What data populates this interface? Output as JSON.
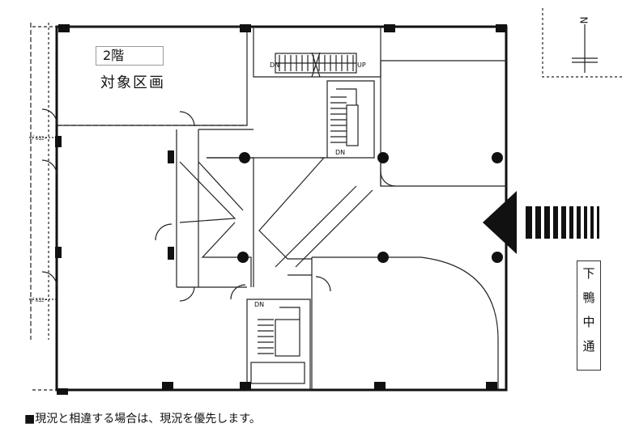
{
  "floor_label": "2階",
  "area_label": "対象区画",
  "stair_labels": {
    "dn_top": "DN",
    "up_top": "UP",
    "dn_mid": "DN",
    "dn_bottom": "DN"
  },
  "balcony_labels": [
    "ﾊﾞﾙｺﾆｰ",
    "ﾊﾞﾙｺﾆｰ"
  ],
  "street_chars": [
    "下",
    "鴨",
    "中",
    "通"
  ],
  "north_symbol": "N",
  "footnote": "■現況と相違する場合は、現況を優先します。",
  "colors": {
    "ink": "#111111",
    "background": "#ffffff"
  }
}
